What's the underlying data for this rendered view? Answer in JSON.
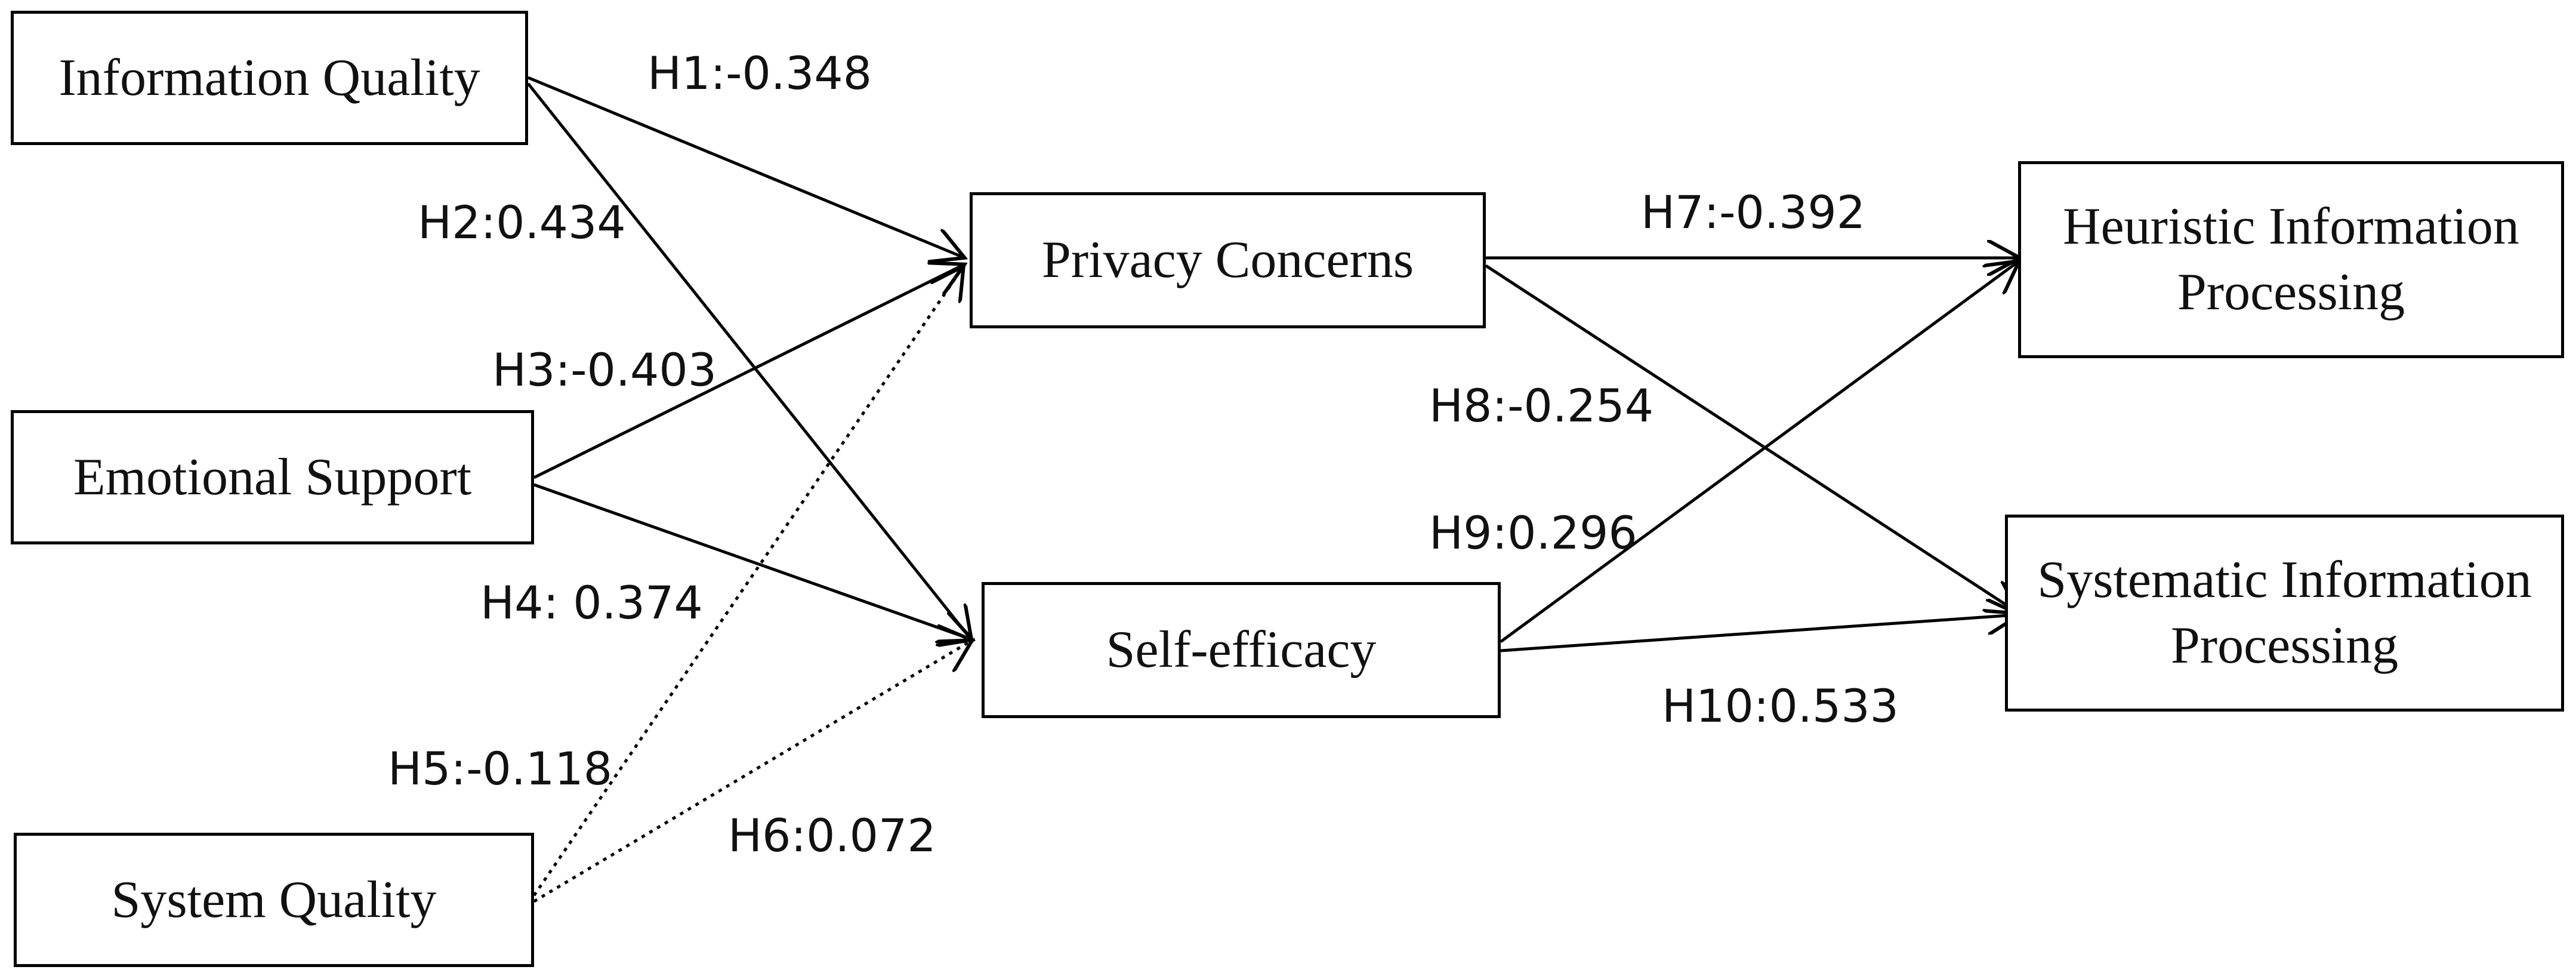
{
  "nodes": {
    "information_quality": "Information Quality",
    "emotional_support": "Emotional Support",
    "system_quality": "System Quality",
    "privacy_concerns": "Privacy Concerns",
    "self_efficacy": "Self-efficacy",
    "heuristic_processing": "Heuristic Information\nProcessing",
    "systematic_processing": "Systematic Information\nProcessing"
  },
  "paths": [
    {
      "id": "H1",
      "label": "H1:-0.348",
      "from": "Information Quality",
      "to": "Privacy Concerns",
      "style": "solid"
    },
    {
      "id": "H2",
      "label": "H2:0.434",
      "from": "Information Quality",
      "to": "Self-efficacy",
      "style": "solid"
    },
    {
      "id": "H3",
      "label": "H3:-0.403",
      "from": "Emotional Support",
      "to": "Privacy Concerns",
      "style": "solid"
    },
    {
      "id": "H4",
      "label": "H4: 0.374",
      "from": "Emotional Support",
      "to": "Self-efficacy",
      "style": "solid"
    },
    {
      "id": "H5",
      "label": "H5:-0.118",
      "from": "System Quality",
      "to": "Privacy Concerns",
      "style": "dotted"
    },
    {
      "id": "H6",
      "label": "H6:0.072",
      "from": "System Quality",
      "to": "Self-efficacy",
      "style": "dotted"
    },
    {
      "id": "H7",
      "label": "H7:-0.392",
      "from": "Privacy Concerns",
      "to": "Heuristic Information Processing",
      "style": "solid"
    },
    {
      "id": "H8",
      "label": "H8:-0.254",
      "from": "Privacy Concerns",
      "to": "Systematic Information Processing",
      "style": "solid"
    },
    {
      "id": "H9",
      "label": "H9:0.296",
      "from": "Self-efficacy",
      "to": "Heuristic Information Processing",
      "style": "solid"
    },
    {
      "id": "H10",
      "label": "H10:0.533",
      "from": "Self-efficacy",
      "to": "Systematic Information Processing",
      "style": "solid"
    }
  ]
}
